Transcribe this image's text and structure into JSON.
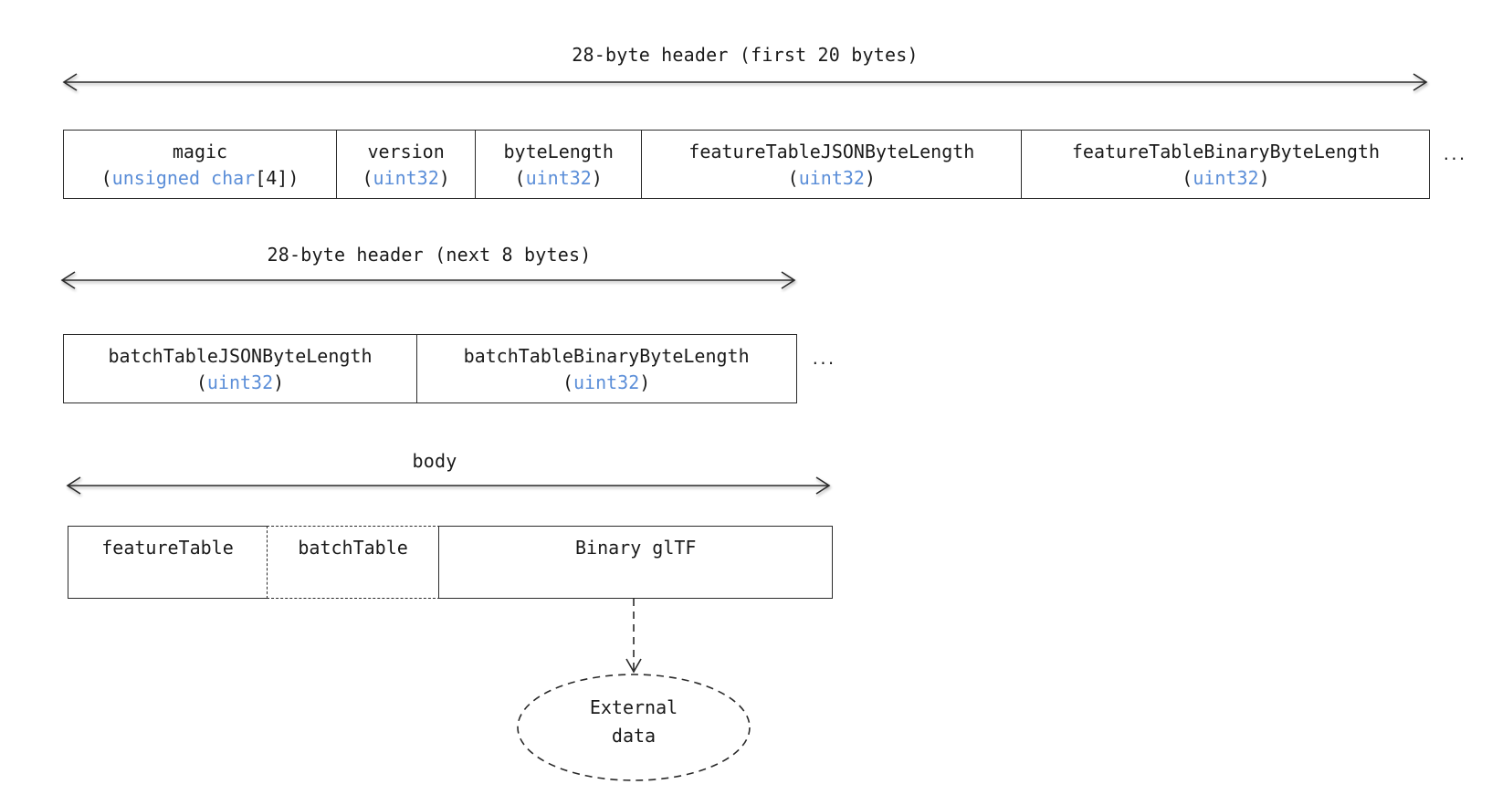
{
  "header_first": {
    "span_label": "28-byte header (first 20 bytes)",
    "fields": [
      {
        "name": "magic",
        "type_open": "(",
        "type": "unsigned char",
        "type_close": "[4])"
      },
      {
        "name": "version",
        "type_open": "(",
        "type": "uint32",
        "type_close": ")"
      },
      {
        "name": "byteLength",
        "type_open": "(",
        "type": "uint32",
        "type_close": ")"
      },
      {
        "name": "featureTableJSONByteLength",
        "type_open": "(",
        "type": "uint32",
        "type_close": ")"
      },
      {
        "name": "featureTableBinaryByteLength",
        "type_open": "(",
        "type": "uint32",
        "type_close": ")"
      }
    ],
    "continuation": "..."
  },
  "header_next": {
    "span_label": "28-byte header (next 8 bytes)",
    "fields": [
      {
        "name": "batchTableJSONByteLength",
        "type_open": "(",
        "type": "uint32",
        "type_close": ")"
      },
      {
        "name": "batchTableBinaryByteLength",
        "type_open": "(",
        "type": "uint32",
        "type_close": ")"
      }
    ],
    "continuation": "..."
  },
  "body": {
    "span_label": "body",
    "sections": [
      {
        "name": "featureTable"
      },
      {
        "name": "batchTable",
        "style": "dashed"
      },
      {
        "name": "Binary glTF"
      }
    ]
  },
  "external": {
    "label_line1": "External",
    "label_line2": "data"
  },
  "colors": {
    "type_color": "#5b8ed8",
    "line_color": "#2a2a2a"
  }
}
